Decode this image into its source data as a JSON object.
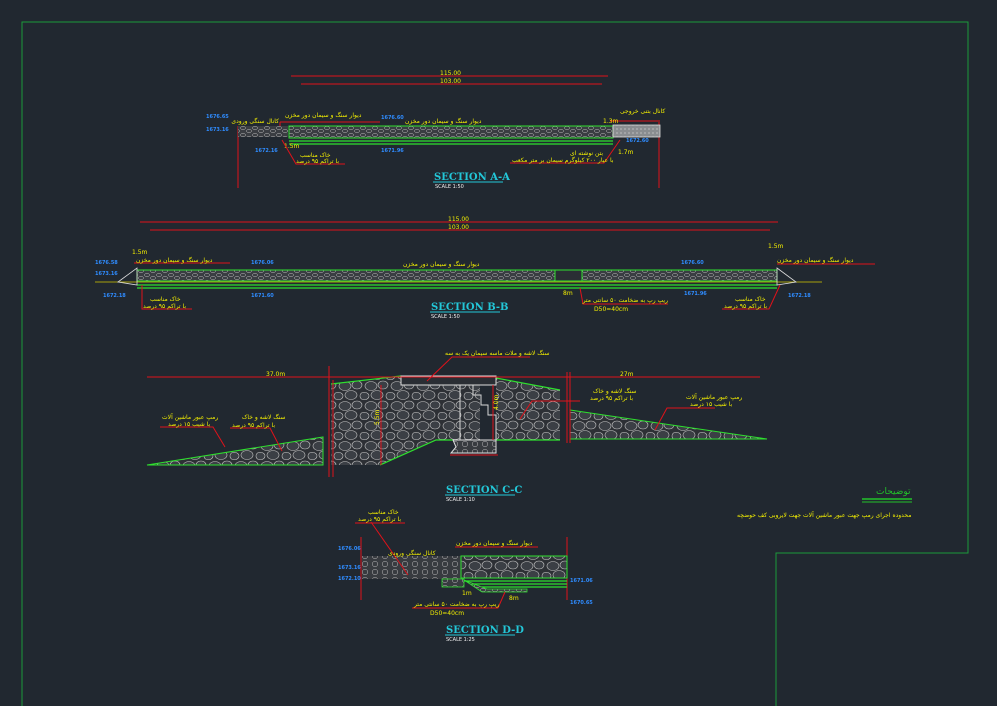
{
  "drawing": {
    "section_a": {
      "title": "SECTION A-A",
      "scale": "SCALE   1:50",
      "dim_total": "115.00",
      "dim_inner": "103.00",
      "levels": [
        "1676.65",
        "1673.16",
        "1672.16",
        "1676.60",
        "1671.96",
        "1672.60"
      ],
      "wall_label_left": "دیوار سنگ و سیمان دور مخزن",
      "wall_label_mid": "دیوار سنگ و سیمان دور مخزن",
      "inlet_channel": "کانال سنگی ورودی",
      "outlet_channel": "کانال بتنی خروجی",
      "soil_note_1": "خاک مناسب",
      "soil_note_2": "با تراکم ۹۵ درصد",
      "concrete_note_1": "بتن نوشته ای",
      "concrete_note_2": "با عیار ۲۰۰ کیلوگرم سیمان بر متر مکعب",
      "dim_left": "1.5m",
      "dim_right_top": "1.3m",
      "dim_right_bottom": "1.7m"
    },
    "section_b": {
      "title": "SECTION B-B",
      "scale": "SCALE   1:50",
      "dim_total": "115.00",
      "dim_inner": "103.00",
      "levels": [
        "1676.58",
        "1673.16",
        "1672.18",
        "1676.06",
        "1671.60",
        "1676.60",
        "1671.96",
        "1672.18"
      ],
      "wall_label_left": "دیوار سنگ و سیمان دور مخزن",
      "wall_label_mid": "دیوار سنگ و سیمان دور مخزن",
      "wall_label_right": "دیوار سنگ و سیمان دور مخزن",
      "dim_left": "1.5m",
      "dim_right": "1.5m",
      "dim_ramp": "8m",
      "soil_note_1": "خاک مناسب",
      "soil_note_2": "با تراکم ۹۵ درصد",
      "riprap_note": "ریپ رپ به ضخامت ۵۰ سانتی متر",
      "riprap_d50": "D50=40cm"
    },
    "section_c": {
      "title": "SECTION C-C",
      "scale": "SCALE   1:10",
      "dim_left": "37.0m",
      "dim_right": "27m",
      "dim_h1": "5.5m",
      "dim_h2": "4.0m",
      "top_note": "سنگ لاشه و ملات ماسه سیمان یک به سه",
      "ramp_left_1": "رمپ عبور ماشین آلات",
      "ramp_left_2": "با شیب ۱۵ درصد",
      "fill_left_1": "سنگ لاشه و خاک",
      "fill_left_2": "با تراکم ۹۵ درصد",
      "fill_right_1": "سنگ لاشه و خاک",
      "fill_right_2": "با تراکم ۹۵ درصد",
      "ramp_right_1": "رمپ عبور ماشین آلات",
      "ramp_right_2": "با شیب ۱۵ درصد"
    },
    "section_d": {
      "title": "SECTION D-D",
      "scale": "SCALE   1:25",
      "levels": [
        "1676.06",
        "1673.16",
        "1672.10",
        "1671.06",
        "1670.65"
      ],
      "soil_note_1": "خاک مناسب",
      "soil_note_2": "با تراکم ۹۵ درصد",
      "wall_label": "دیوار سنگ و سیمان دور مخزن",
      "inlet_channel": "کانال سنگی ورودی",
      "riprap_note": "ریپ رپ به ضخامت ۵۰ سانتی متر",
      "riprap_d50": "D50=40cm",
      "dim_1": "1m",
      "dim_2": "8m"
    },
    "notes": {
      "heading": "توضیحات",
      "text": "محدوده اجرای رمپ جهت عبور ماشین آلات جهت لایروبی کف حوضچه"
    }
  }
}
